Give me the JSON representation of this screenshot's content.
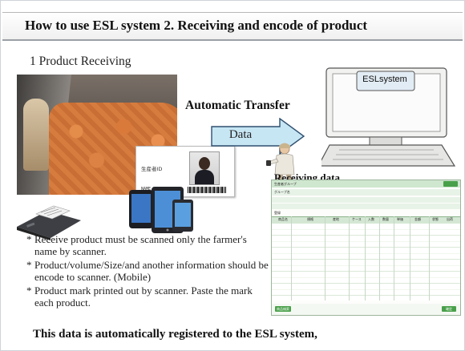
{
  "slide": {
    "title": "How to use ESL system   2. Receiving and encode of product",
    "section_heading": "1  Product Receiving",
    "id_card_label": "生産者ID",
    "id_card_code": "NAME XXXXX XXXXX",
    "transfer_label": "Automatic Transfer",
    "arrow_text": "Data",
    "esl_logo": "ESLsystem",
    "receiving_heading": "Receiving data",
    "bullets": [
      "Receive product must be scanned only the farmer's name by scanner.",
      "Product/volume/Size/and another information should be encode to scanner. (Mobile)",
      "Product mark printed out by scanner. Paste the mark each product."
    ],
    "bullet_marker": "*",
    "footer_text": "This data is automatically registered to the ESL system,"
  },
  "screenshot": {
    "filter_label": "生産者グループ",
    "group_label": "グループ名",
    "register_label": "登録",
    "columns": [
      "商品名",
      "規格",
      "産地",
      "ケース",
      "入数",
      "数量",
      "単価",
      "金額",
      "状態",
      "出荷"
    ],
    "button_left": "商品検索",
    "button_right": "確定"
  },
  "colors": {
    "title_border": "#9aa0a6",
    "arrow_fill": "#c7e6f4",
    "arrow_stroke": "#2f4f6f",
    "screenshot_green": "#49a04a"
  }
}
